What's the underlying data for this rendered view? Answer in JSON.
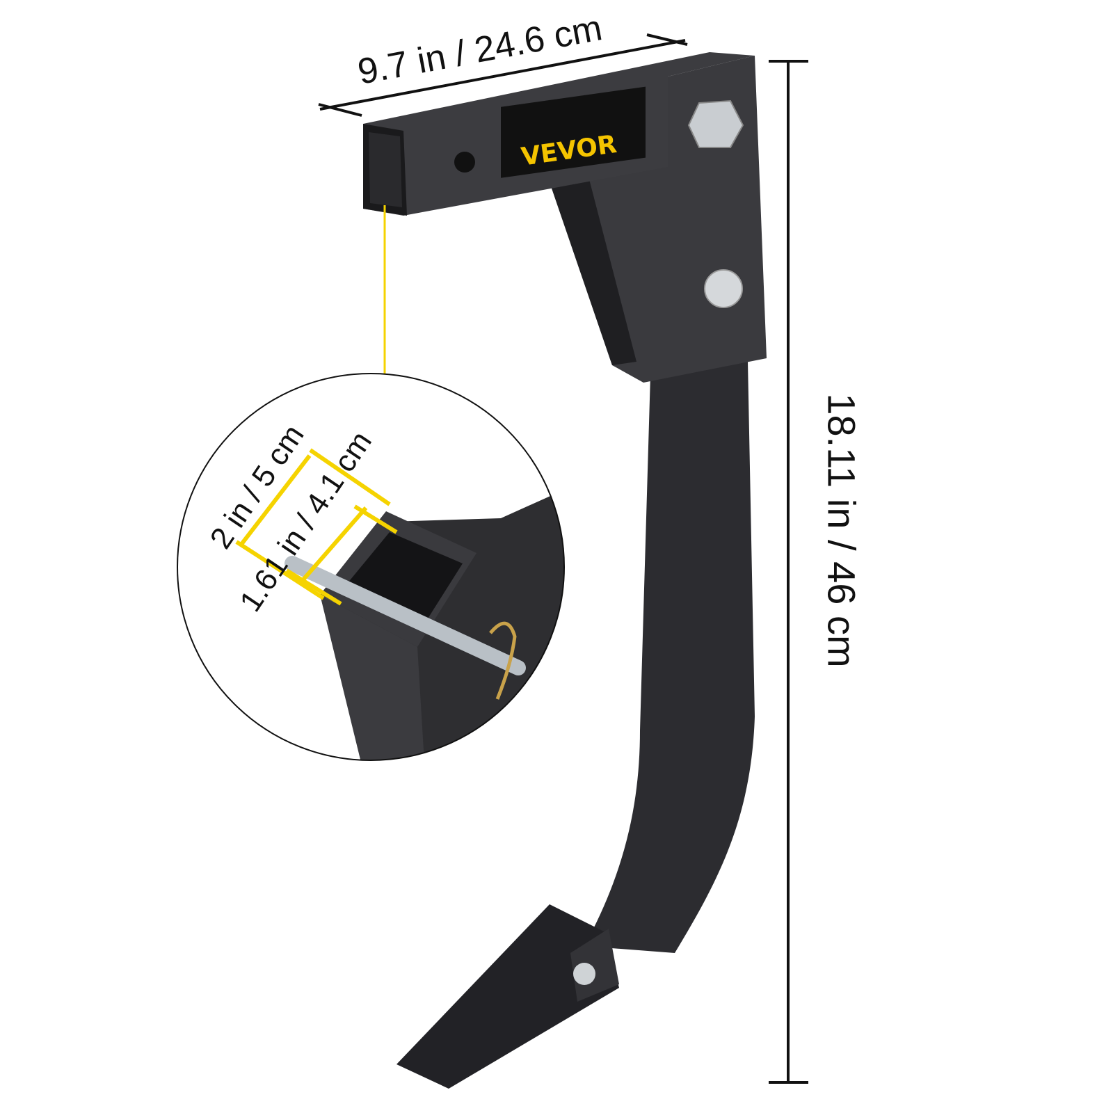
{
  "brand": {
    "logo_text": "VEVOR",
    "logo_color": "#f5c400"
  },
  "dimensions": {
    "top_width": "9.7 in / 24.6 cm",
    "height": "18.11 in / 46 cm",
    "inset_outer": "2 in / 5 cm",
    "inset_inner": "1.61 in / 4.1 cm"
  },
  "colors": {
    "product": "#2b2b2e",
    "highlight": "#f5d300",
    "dimension_line": "#111111"
  }
}
